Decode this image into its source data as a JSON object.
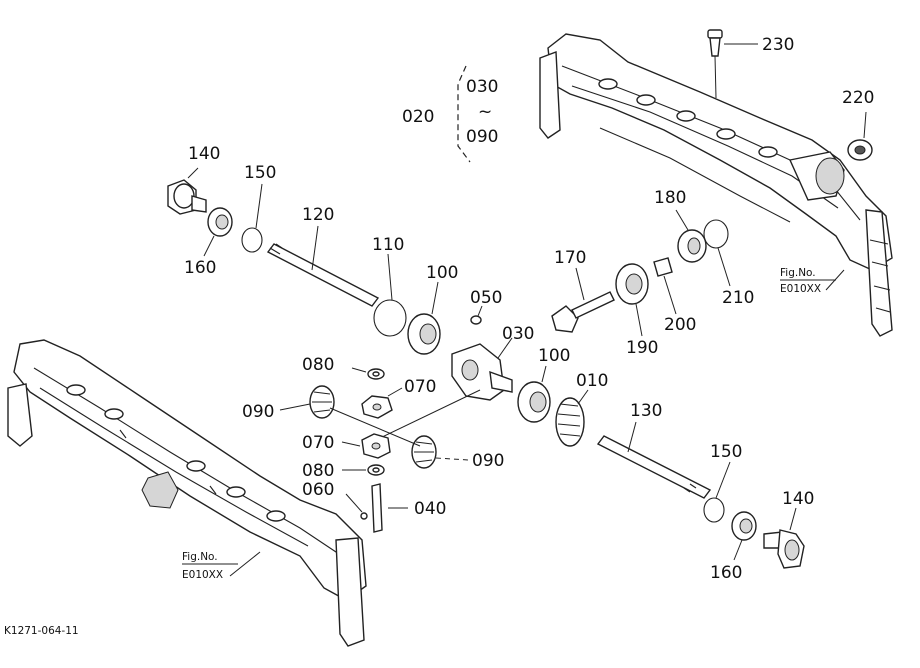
{
  "diagram": {
    "labels": {
      "p230": "230",
      "p220": "220",
      "p020": "020",
      "p030_top": "030",
      "tilde": "~",
      "p090_top": "090",
      "p140_top": "140",
      "p150_top": "150",
      "p120": "120",
      "p160_top": "160",
      "p110": "110",
      "p100_top": "100",
      "p050": "050",
      "p170": "170",
      "p180": "180",
      "p210": "210",
      "p200": "200",
      "p190": "190",
      "p030_mid": "030",
      "p100_mid": "100",
      "p010": "010",
      "p080_top": "080",
      "p070_top": "070",
      "p090_left": "090",
      "p070_bottom": "070",
      "p090_right": "090",
      "p080_bottom": "080",
      "p060": "060",
      "p040": "040",
      "p130": "130",
      "p150_bottom": "150",
      "p140_bottom": "140",
      "p160_bottom": "160"
    },
    "figure_refs": {
      "upper_ref_line1": "Fig.No.",
      "upper_ref_line2": "E010XX",
      "lower_ref_line1": "Fig.No.",
      "lower_ref_line2": "E010XX"
    },
    "drawing_code": "K1271-064-11"
  }
}
